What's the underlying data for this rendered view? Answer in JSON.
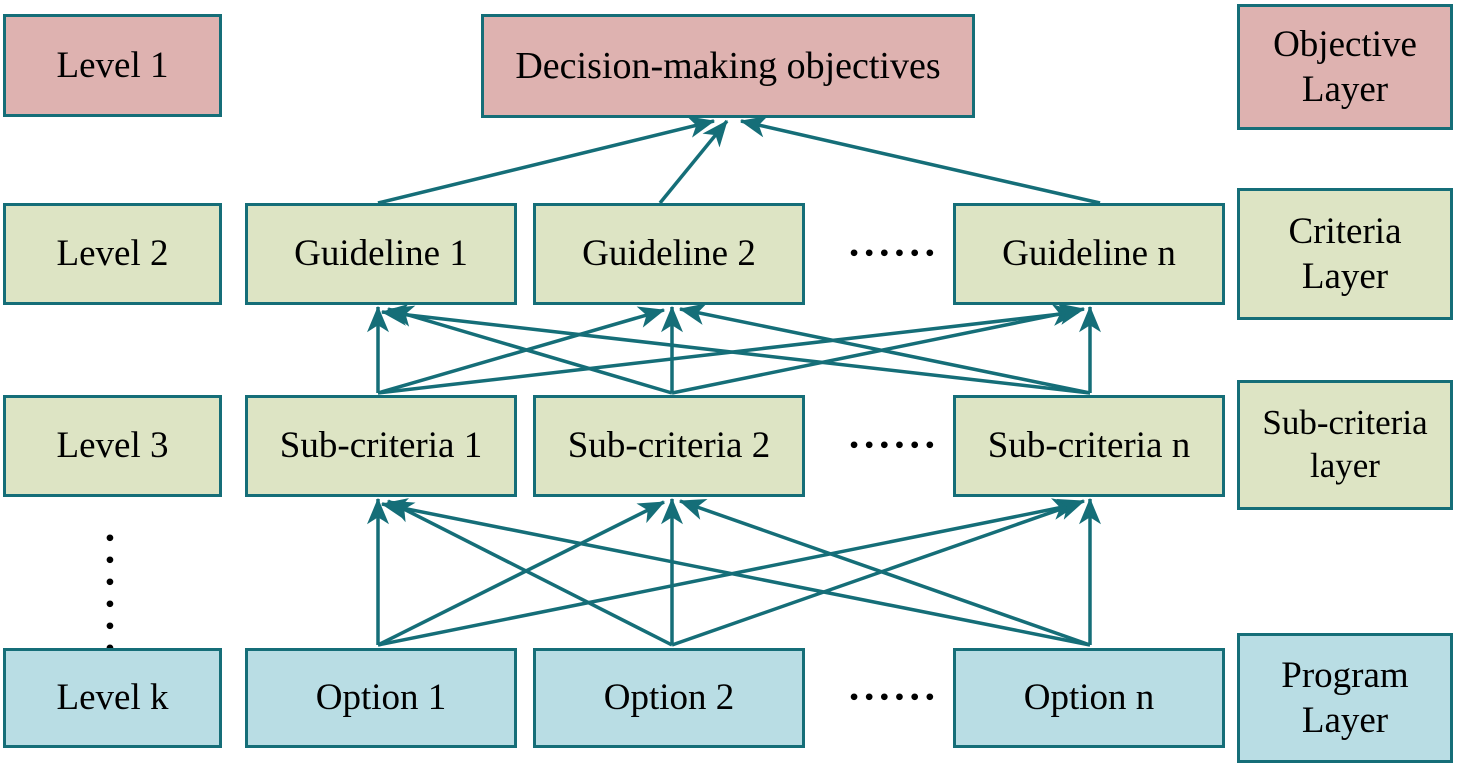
{
  "colors": {
    "border_teal": "#156e78",
    "arrow_teal": "#156e78",
    "objective_fill": "#deb2b0",
    "criteria_fill": "#dde4c4",
    "program_fill": "#b9dde4",
    "text": "#000000",
    "background": "#ffffff"
  },
  "left_column": {
    "level1": "Level 1",
    "level2": "Level 2",
    "level3": "Level 3",
    "levelk": "Level k",
    "vertical_ellipsis": "••••••"
  },
  "objective_box": {
    "label": "Decision-making objectives"
  },
  "criteria_row": {
    "g1": "Guideline 1",
    "g2": "Guideline 2",
    "gn": "Guideline n",
    "ellipsis": "••••••"
  },
  "subcriteria_row": {
    "s1": "Sub-criteria 1",
    "s2": "Sub-criteria 2",
    "sn": "Sub-criteria n",
    "ellipsis": "••••••"
  },
  "options_row": {
    "o1": "Option 1",
    "o2": "Option 2",
    "on": "Option n",
    "ellipsis": "••••••"
  },
  "layer_column": {
    "objective": {
      "line1": "Objective",
      "line2": "Layer"
    },
    "criteria": {
      "line1": "Criteria",
      "line2": "Layer"
    },
    "subcriteria": {
      "line1": "Sub-criteria",
      "line2": "layer"
    },
    "program": {
      "line1": "Program",
      "line2": "Layer"
    }
  }
}
